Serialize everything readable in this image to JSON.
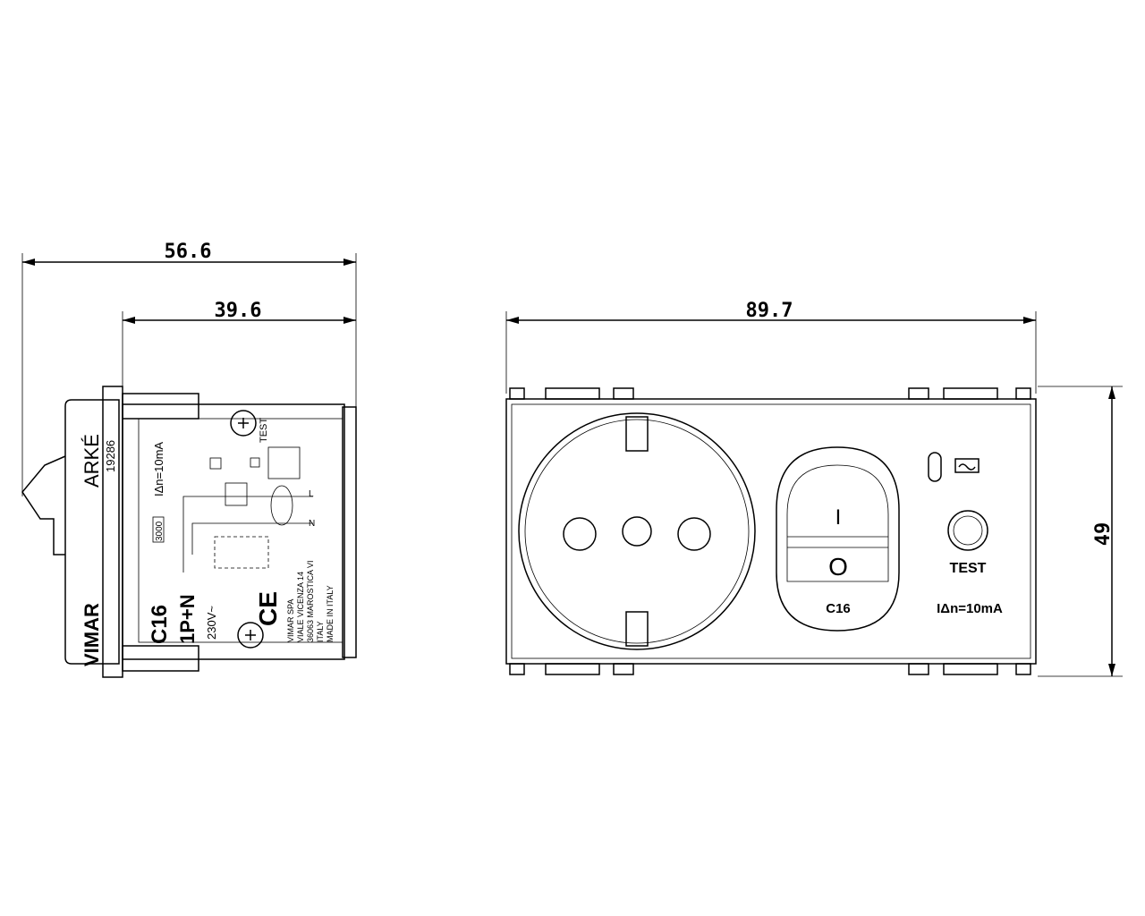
{
  "dimensions": {
    "side_total": "56.6",
    "side_body": "39.6",
    "front_width": "89.7",
    "front_height": "49"
  },
  "side_view": {
    "brand": "VIMAR",
    "series": "ARKÉ",
    "code": "19286",
    "rating": "C16",
    "poles": "1P+N",
    "voltage": "230V~",
    "sensitivity": "IΔn=10mA",
    "breaking_capacity": "3000",
    "test_label": "TEST",
    "terminal_l": "L",
    "terminal_n": "N",
    "address_lines": [
      "VIMAR SPA",
      "VIALE VICENZA 14",
      "36063 MAROSTICA VI",
      "ITALY",
      "MADE IN ITALY"
    ]
  },
  "front_view": {
    "switch_on": "I",
    "switch_off": "O",
    "rating": "C16",
    "test_label": "TEST",
    "sensitivity": "IΔn=10mA"
  }
}
